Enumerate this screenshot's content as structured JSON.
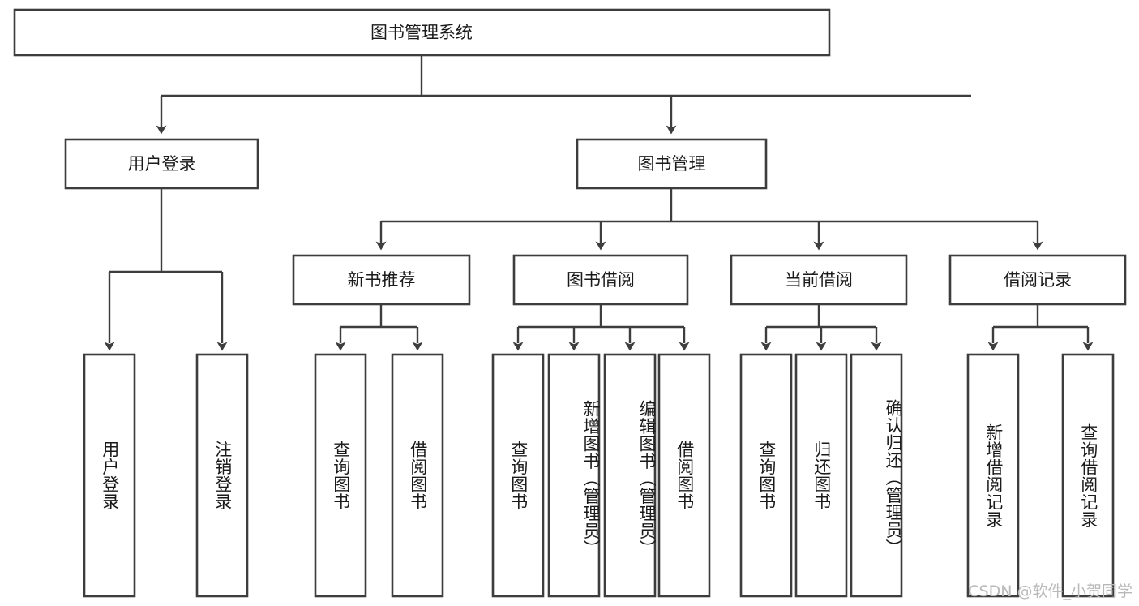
{
  "diagram": {
    "title": "图书管理系统",
    "type": "tree-hierarchy",
    "watermark": "CSDN @软件_小贺同学",
    "root": {
      "id": "root",
      "label": "图书管理系统"
    },
    "level2": [
      {
        "id": "user-login",
        "label": "用户登录"
      },
      {
        "id": "book-manage",
        "label": "图书管理"
      }
    ],
    "level3": [
      {
        "id": "new-book-recommend",
        "label": "新书推荐",
        "parent": "book-manage"
      },
      {
        "id": "book-borrow",
        "label": "图书借阅",
        "parent": "book-manage"
      },
      {
        "id": "current-borrow",
        "label": "当前借阅",
        "parent": "book-manage"
      },
      {
        "id": "borrow-record",
        "label": "借阅记录",
        "parent": "book-manage"
      }
    ],
    "leaves": {
      "user-login": [
        {
          "id": "leaf-user-login",
          "label": "用户登录"
        },
        {
          "id": "leaf-logout-login",
          "label": "注销登录"
        }
      ],
      "new-book-recommend": [
        {
          "id": "leaf-query-book-1",
          "label": "查询图书"
        },
        {
          "id": "leaf-borrow-book-1",
          "label": "借阅图书"
        }
      ],
      "book-borrow": [
        {
          "id": "leaf-query-book-2",
          "label": "查询图书"
        },
        {
          "id": "leaf-add-book",
          "label": "新增图书（管理员）"
        },
        {
          "id": "leaf-edit-book",
          "label": "编辑图书（管理员）"
        },
        {
          "id": "leaf-borrow-book-2",
          "label": "借阅图书"
        }
      ],
      "current-borrow": [
        {
          "id": "leaf-query-book-3",
          "label": "查询图书"
        },
        {
          "id": "leaf-return-book",
          "label": "归还图书"
        },
        {
          "id": "leaf-confirm-return",
          "label": "确认归还（管理员）"
        }
      ],
      "borrow-record": [
        {
          "id": "leaf-add-record",
          "label": "新增借阅记录"
        },
        {
          "id": "leaf-query-record",
          "label": "查询借阅记录"
        }
      ]
    },
    "colors": {
      "stroke": "#3d3d3d",
      "fill": "#ffffff",
      "text": "#1a1a1a",
      "watermark": "#b9b9b9"
    }
  }
}
